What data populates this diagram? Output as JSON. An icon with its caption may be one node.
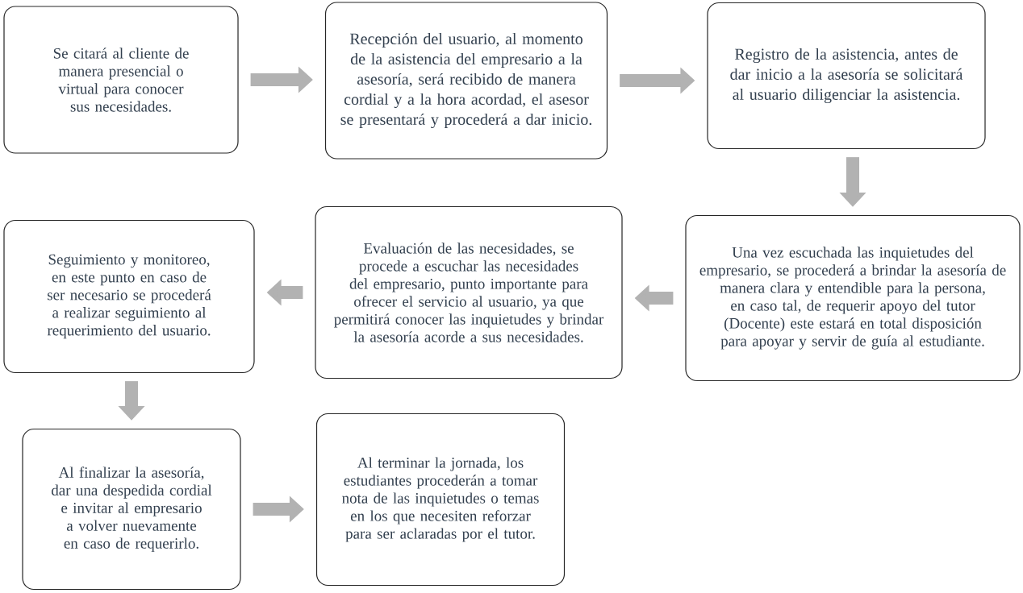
{
  "diagram": {
    "nodes": [
      {
        "text": [
          "Se citará al cliente de manera presencial o virtual para conocer sus necesidades."
        ]
      },
      {
        "text": [
          "Recepción del usuario, al momento de la asistencia del empresario a la asesoría, será recibido de manera cordial y a la hora acordad, el asesor se presentará y procederá a dar inicio."
        ]
      },
      {
        "text": [
          "Registro de la asistencia, antes de dar inicio a la asesoría se solicitará al usuario diligenciar la asistencia."
        ]
      },
      {
        "text": [
          "Una vez escuchada las inquietudes del empresario, se procederá a brindar la asesoría de manera clara y entendible para la persona, en caso tal, de requerir apoyo del tutor (Docente) este estará en total disposición para apoyar y servir de guía al estudiante."
        ]
      },
      {
        "text": [
          "Evaluación de las necesidades, se procede a escuchar las necesidades del empresario, punto importante para ofrecer el servicio al usuario, ya que permitirá conocer las inquietudes y brindar la asesoría acorde a sus necesidades."
        ]
      },
      {
        "text": [
          "Seguimiento y monitoreo, en este punto en caso de ser necesario se procederá a realizar seguimiento al requerimiento del usuario."
        ]
      },
      {
        "text": [
          "Al finalizar la asesoría, dar una despedida cordial e invitar al empresario a volver nuevamente en caso de requerirlo."
        ]
      },
      {
        "text": [
          "Al terminar la jornada, los estudiantes procederán a tomar nota de las inquietudes o temas en los que necesiten reforzar para ser aclaradas por el tutor."
        ]
      }
    ],
    "edges": [
      {
        "from": 0,
        "to": 1,
        "arrow": "to"
      },
      {
        "from": 1,
        "to": 2,
        "arrow": "to"
      },
      {
        "from": 2,
        "to": 3,
        "arrow": "to"
      },
      {
        "from": 3,
        "to": 4,
        "arrow": "to"
      },
      {
        "from": 4,
        "to": 5,
        "arrow": "to"
      },
      {
        "from": 5,
        "to": 6,
        "arrow": "to"
      },
      {
        "from": 6,
        "to": 7,
        "arrow": "to"
      }
    ]
  }
}
